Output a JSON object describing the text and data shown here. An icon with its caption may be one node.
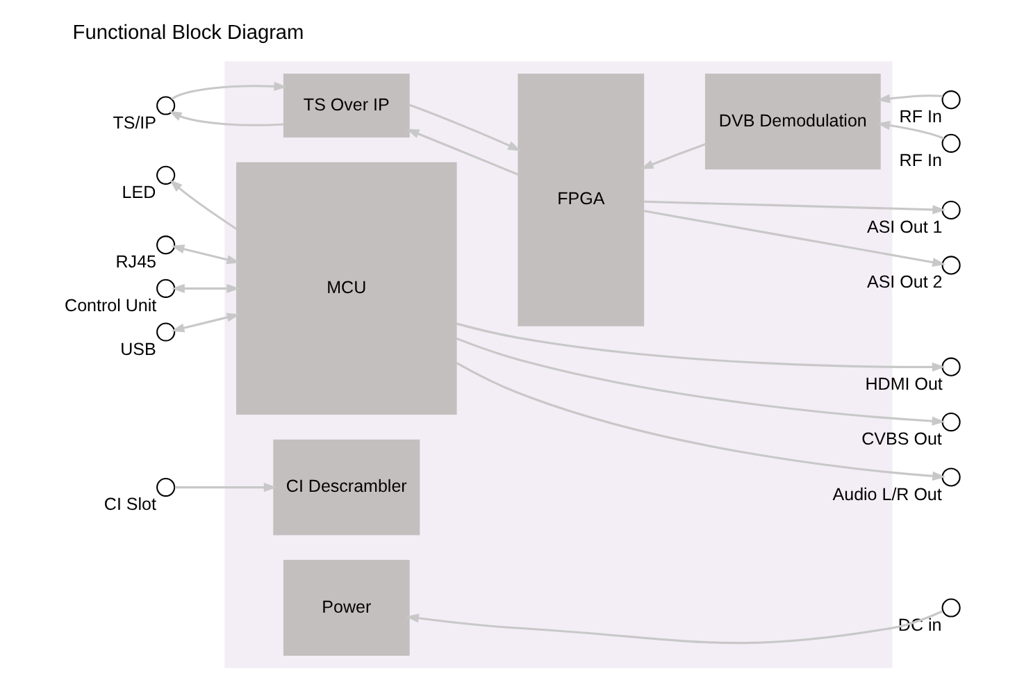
{
  "diagram": {
    "title": "Functional Block Diagram",
    "nodes": [
      {
        "text": [],
        "shape": "box"
      },
      {
        "text": [
          "TS/IP"
        ]
      },
      {
        "text": [
          "TS Over IP"
        ],
        "in": 0
      },
      {
        "text": [
          "FPGA"
        ],
        "in": 0
      },
      {
        "text": [
          "DVB Demodulation"
        ],
        "in": 0
      },
      {
        "text": [
          "RF In"
        ]
      },
      {
        "text": [
          "RF In"
        ]
      },
      {
        "text": [
          "RJ45"
        ]
      },
      {
        "text": [
          "MCU"
        ],
        "in": 0
      },
      {
        "text": [
          "ASI Out 1"
        ]
      },
      {
        "text": [
          "Control Unit"
        ]
      },
      {
        "text": [
          "ASI Out 2"
        ]
      },
      {
        "text": [
          "LED"
        ]
      },
      {
        "text": [
          "HDMI Out"
        ]
      },
      {
        "text": [
          "CVBS Out"
        ]
      },
      {
        "text": [
          "USB"
        ]
      },
      {
        "text": [
          "Audio L/R Out"
        ]
      },
      {
        "text": [
          "CI Slot"
        ]
      },
      {
        "text": [
          "CI Descrambler"
        ],
        "in": 0
      },
      {
        "text": [
          "Power"
        ],
        "in": 0
      },
      {
        "text": [
          "DC in"
        ]
      }
    ],
    "edges": [
      {
        "from": 2,
        "to": 1,
        "arrow": "to"
      },
      {
        "from": 1,
        "to": 2,
        "arrow": "to"
      },
      {
        "from": 3,
        "to": 2,
        "arrow": "to"
      },
      {
        "from": 2,
        "to": 3,
        "arrow": "to"
      },
      {
        "from": 4,
        "to": 3,
        "arrow": "to"
      },
      {
        "from": 5,
        "to": 4,
        "arrow": "to"
      },
      {
        "from": 6,
        "to": 4,
        "arrow": "to"
      },
      {
        "from": 3,
        "to": 9,
        "arrow": "to"
      },
      {
        "from": 3,
        "to": 11,
        "arrow": "to"
      },
      {
        "from": 7,
        "to": 8,
        "arrow": "both"
      },
      {
        "from": 10,
        "to": 8,
        "arrow": "both"
      },
      {
        "from": 8,
        "to": 12,
        "arrow": "to"
      },
      {
        "from": 15,
        "to": 8,
        "arrow": "both"
      },
      {
        "from": 8,
        "to": 13,
        "arrow": "to"
      },
      {
        "from": 8,
        "to": 14,
        "arrow": "to"
      },
      {
        "from": 8,
        "to": 16,
        "arrow": "to"
      },
      {
        "from": 17,
        "to": 18,
        "arrow": "to"
      },
      {
        "from": 20,
        "to": 19,
        "arrow": "to"
      }
    ]
  }
}
